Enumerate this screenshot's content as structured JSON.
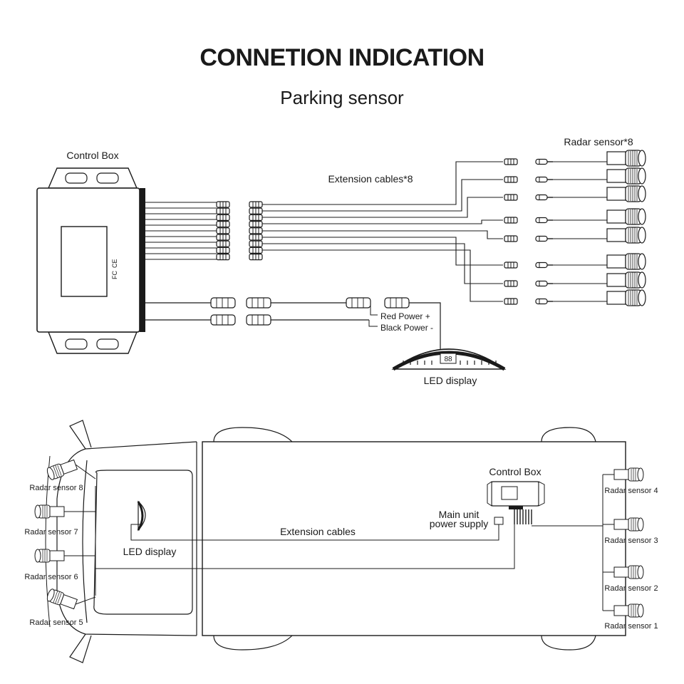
{
  "title": "CONNETION INDICATION",
  "subtitle": "Parking sensor",
  "top": {
    "control_box_label": "Control Box",
    "radar_sensor_label": "Radar sensor*8",
    "extension_cables_label": "Extension cables*8",
    "red_power_label": "Red Power +",
    "black_power_label": "Black Power -",
    "led_display_label": "LED display",
    "led_display_digits": "88"
  },
  "bottom": {
    "control_box_label": "Control Box",
    "main_unit_label_1": "Main unit",
    "main_unit_label_2": "power supply",
    "extension_cables_label": "Extension cables",
    "led_display_label": "LED display",
    "sensors": [
      "Radar sensor 1",
      "Radar sensor 2",
      "Radar sensor 3",
      "Radar sensor 4",
      "Radar sensor 5",
      "Radar sensor 6",
      "Radar sensor 7",
      "Radar sensor 8"
    ]
  },
  "colors": {
    "line": "#1a1a1a",
    "background": "#ffffff"
  },
  "icons": [
    "fc-icon",
    "ce-icon"
  ]
}
